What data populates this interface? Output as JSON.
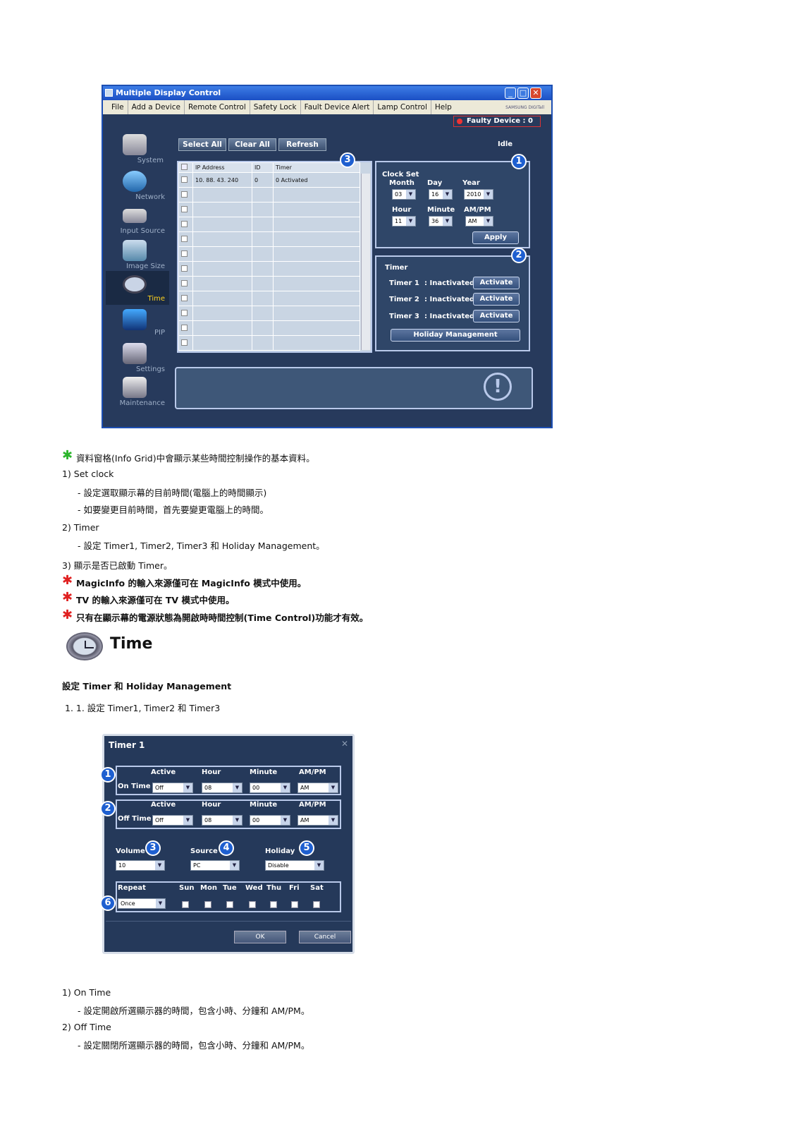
{
  "window": {
    "title": "Multiple Display Control",
    "menu": [
      "File",
      "Add a Device",
      "Remote Control",
      "Safety Lock",
      "Fault Device Alert",
      "Lamp Control",
      "Help"
    ],
    "brand": "SAMSUNG DIGITall",
    "faulty": "Faulty Device : 0",
    "status": "Idle",
    "sidebar": [
      "System",
      "Network",
      "Input Source",
      "Image Size",
      "Time",
      "PIP",
      "Settings",
      "Maintenance"
    ],
    "active_sidebar": "Time",
    "buttons": {
      "select_all": "Select All",
      "clear_all": "Clear All",
      "refresh": "Refresh"
    },
    "grid": {
      "headers": [
        "IP Address",
        "ID",
        "Timer"
      ],
      "rows": [
        [
          "10. 88. 43. 240",
          "0",
          "0 Activated"
        ]
      ]
    },
    "clock": {
      "title": "Clock Set",
      "month_label": "Month",
      "day_label": "Day",
      "year_label": "Year",
      "month": "03",
      "day": "16",
      "year": "2010",
      "hour_label": "Hour",
      "minute_label": "Minute",
      "ampm_label": "AM/PM",
      "hour": "11",
      "minute": "36",
      "ampm": "AM",
      "apply": "Apply"
    },
    "timer": {
      "title": "Timer",
      "rows": [
        {
          "name": "Timer 1",
          "state": ": Inactivated",
          "btn": "Activate"
        },
        {
          "name": "Timer 2",
          "state": ": Inactivated",
          "btn": "Activate"
        },
        {
          "name": "Timer 3",
          "state": ": Inactivated",
          "btn": "Activate"
        }
      ],
      "holiday": "Holiday Management"
    },
    "markers": [
      "1",
      "2",
      "3"
    ]
  },
  "doc": {
    "intro": "資料窗格(Info Grid)中會顯示某些時間控制操作的基本資料。",
    "i1": "1)  Set clock",
    "i1a": "- 設定選取顯示幕的目前時間(電腦上的時間顯示)",
    "i1b": "- 如要變更目前時間，首先要變更電腦上的時間。",
    "i2": "2)  Timer",
    "i2a": "- 設定 Timer1, Timer2, Timer3 和 Holiday Management。",
    "i3": "3)  顯示是否已啟動 Timer。",
    "note1": "MagicInfo 的輸入來源僅可在 MagicInfo 模式中使用。",
    "note2": "TV 的輸入來源僅可在 TV 模式中使用。",
    "note3": "只有在顯示幕的電源狀態為開啟時時間控制(Time Control)功能才有效。",
    "heading": "Time",
    "subheading": "設定 Timer 和 Holiday Management",
    "step": "1.  1. 設定 Timer1, Timer2 和 Timer3",
    "on_time": "1)  On Time",
    "on_time_desc": "- 設定開啟所選顯示器的時間，包含小時、分鐘和 AM/PM。",
    "off_time": "2)  Off Time",
    "off_time_desc": "- 設定關閉所選顯示器的時間，包含小時、分鐘和 AM/PM。"
  },
  "dialog": {
    "title": "Timer 1",
    "col_active": "Active",
    "col_hour": "Hour",
    "col_minute": "Minute",
    "col_ampm": "AM/PM",
    "on_label": "On Time",
    "off_label": "Off Time",
    "on": {
      "active": "Off",
      "hour": "08",
      "minute": "00",
      "ampm": "AM"
    },
    "off": {
      "active": "Off",
      "hour": "08",
      "minute": "00",
      "ampm": "AM"
    },
    "volume_label": "Volume",
    "volume": "10",
    "source_label": "Source",
    "source": "PC",
    "holiday_label": "Holiday",
    "holiday": "Disable",
    "repeat_label": "Repeat",
    "repeat": "Once",
    "days": [
      "Sun",
      "Mon",
      "Tue",
      "Wed",
      "Thu",
      "Fri",
      "Sat"
    ],
    "ok": "OK",
    "cancel": "Cancel",
    "markers": [
      "1",
      "2",
      "3",
      "4",
      "5",
      "6"
    ]
  },
  "colors": {
    "accent": "#1e5fd0",
    "panel": "#273a5c",
    "star_green": "#2bb52b",
    "star_red": "#e02020"
  }
}
